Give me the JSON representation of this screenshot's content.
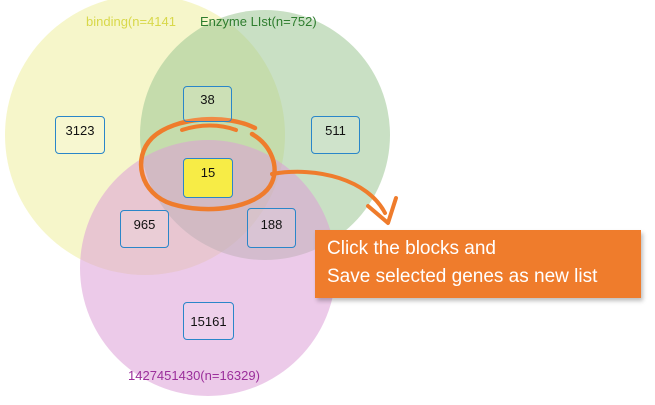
{
  "sets": {
    "binding": {
      "label": "binding(n=4141",
      "color": "#d8d84a",
      "fill": "#eeee9e"
    },
    "enzyme": {
      "label": "Enzyme LIst(n=752)",
      "color": "#2e7d2e",
      "fill": "#9cc794"
    },
    "third": {
      "label": "1427451430(n=16329)",
      "color": "#9b2f9b",
      "fill": "#dd9fd7"
    }
  },
  "blocks": {
    "binding_only": "3123",
    "binding_enzyme": "38",
    "enzyme_only": "511",
    "all_three": "15",
    "binding_third": "965",
    "enzyme_third": "188",
    "third_only": "15161"
  },
  "callout": {
    "line1": "Click the blocks and",
    "line2": "Save selected genes as new list",
    "color": "#ef7c2c"
  },
  "colors": {
    "block_border": "#2a86c9",
    "selected_block": "#f7ec46",
    "annotation": "#ef7c2c"
  }
}
